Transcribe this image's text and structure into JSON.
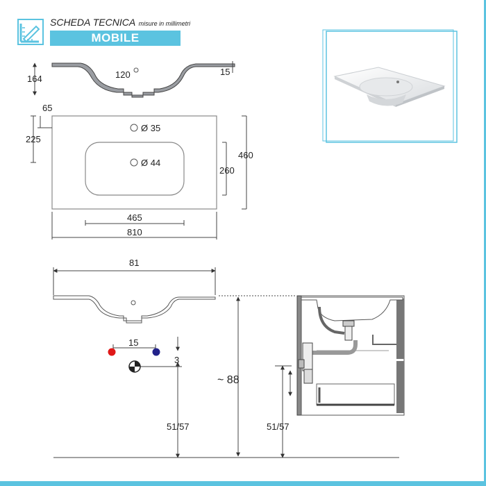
{
  "header": {
    "title": "SCHEDA TECNICA",
    "subtitle": "misure in millimetri",
    "category": "MOBILE"
  },
  "colors": {
    "accent": "#5bc3e0",
    "hot": "#e01818",
    "cold": "#22228a",
    "line": "#555555"
  },
  "dimensions": {
    "top_view_height": "164",
    "top_view_tap_gap": "120",
    "top_view_rim": "15",
    "plan_offset_x": "65",
    "plan_offset_y": "225",
    "tap_hole": "Ø 35",
    "drain_hole": "Ø 44",
    "basin_depth": "260",
    "total_depth": "460",
    "basin_width": "465",
    "total_width": "810",
    "elev_width": "81",
    "supply_spacing": "15",
    "drain_offset": "3",
    "total_height": "~ 88",
    "floor_height_left": "51/57",
    "floor_height_right": "51/57"
  },
  "icons": [
    "pencil-ruler-icon",
    "hot-water-icon",
    "cold-water-icon",
    "drain-symbol-icon"
  ]
}
